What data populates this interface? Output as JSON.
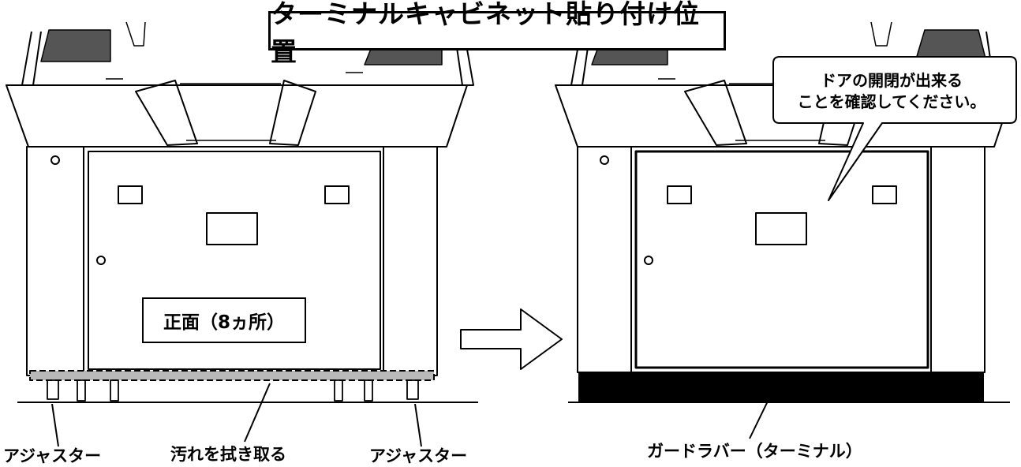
{
  "title": "ターミナルキャビネット貼り付け位置",
  "front_label": "正面（8ヵ所）",
  "callout": {
    "line1": "ドアの開閉が出来る",
    "line2": "ことを確認してください。"
  },
  "labels": {
    "adjuster_left": "アジャスター",
    "wipe_dirt": "汚れを拭き取る",
    "adjuster_right": "アジャスター",
    "guard_rubber": "ガードラバー（ターミナル）"
  },
  "colors": {
    "line": "#000000",
    "tape_fill": "#b9b9b9",
    "rubber": "#000000"
  }
}
